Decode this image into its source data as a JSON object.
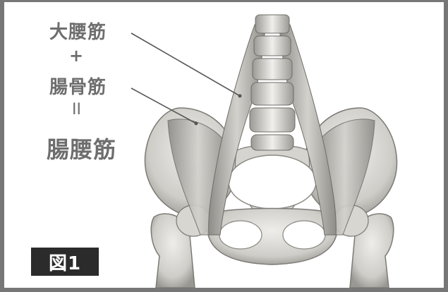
{
  "labels": {
    "psoas_major": "大腰筋",
    "plus": "+",
    "iliacus": "腸骨筋",
    "equals": "II",
    "iliopsoas": "腸腰筋"
  },
  "badge": {
    "text": "図1"
  },
  "colors": {
    "border": "#777777",
    "label_text": "#6e6e6e",
    "badge_bg": "#2b2b2b",
    "bone": "#d9d7d2",
    "muscle": "#b9b7b2"
  }
}
